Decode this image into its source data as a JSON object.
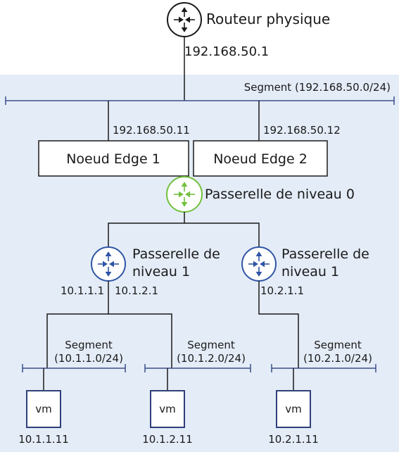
{
  "physical_router": {
    "label": "Routeur physique",
    "ip": "192.168.50.1"
  },
  "uplink_segment": {
    "label": "Segment (192.168.50.0/24)"
  },
  "edge_nodes": [
    {
      "label": "Noeud Edge 1",
      "ip": "192.168.50.11"
    },
    {
      "label": "Noeud Edge 2",
      "ip": "192.168.50.12"
    }
  ],
  "tier0": {
    "label": "Passerelle de niveau 0"
  },
  "tier1": [
    {
      "label_line1": "Passerelle de",
      "label_line2": "niveau 1",
      "ip_left": "10.1.1.1",
      "ip_right": "10.1.2.1"
    },
    {
      "label_line1": "Passerelle de",
      "label_line2": "niveau 1",
      "ip": "10.2.1.1"
    }
  ],
  "segments": [
    {
      "line1": "Segment",
      "line2": "(10.1.1.0/24)"
    },
    {
      "line1": "Segment",
      "line2": "(10.1.2.0/24)"
    },
    {
      "line1": "Segment",
      "line2": "(10.2.1.0/24)"
    }
  ],
  "vms": [
    {
      "label": "vm",
      "ip": "10.1.1.11"
    },
    {
      "label": "vm",
      "ip": "10.1.2.11"
    },
    {
      "label": "vm",
      "ip": "10.2.1.11"
    }
  ],
  "colors": {
    "band": "#e4ecf7",
    "line": "#1a1a1a",
    "segment": "#3b4f8a",
    "router_blue": "#2f55a4",
    "router_green": "#72c03e"
  }
}
